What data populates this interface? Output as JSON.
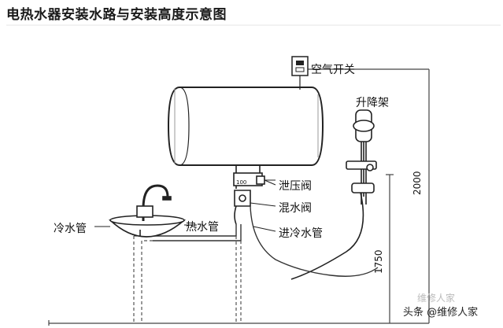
{
  "title": "电热水器安装水路与安装高度示意图",
  "labels": {
    "air_switch": "空气开关",
    "lift_rack": "升降架",
    "relief_valve": "泄压阀",
    "mixing_valve": "混水阀",
    "cold_inlet_pipe": "进冷水管",
    "hot_pipe": "热水管",
    "cold_pipe": "冷水管",
    "tank_gauge": "100"
  },
  "dimensions": {
    "height_2000": "2000",
    "height_1750": "1750"
  },
  "watermark": {
    "text": "头条 @维修人家",
    "logo_text": "维修人家"
  }
}
